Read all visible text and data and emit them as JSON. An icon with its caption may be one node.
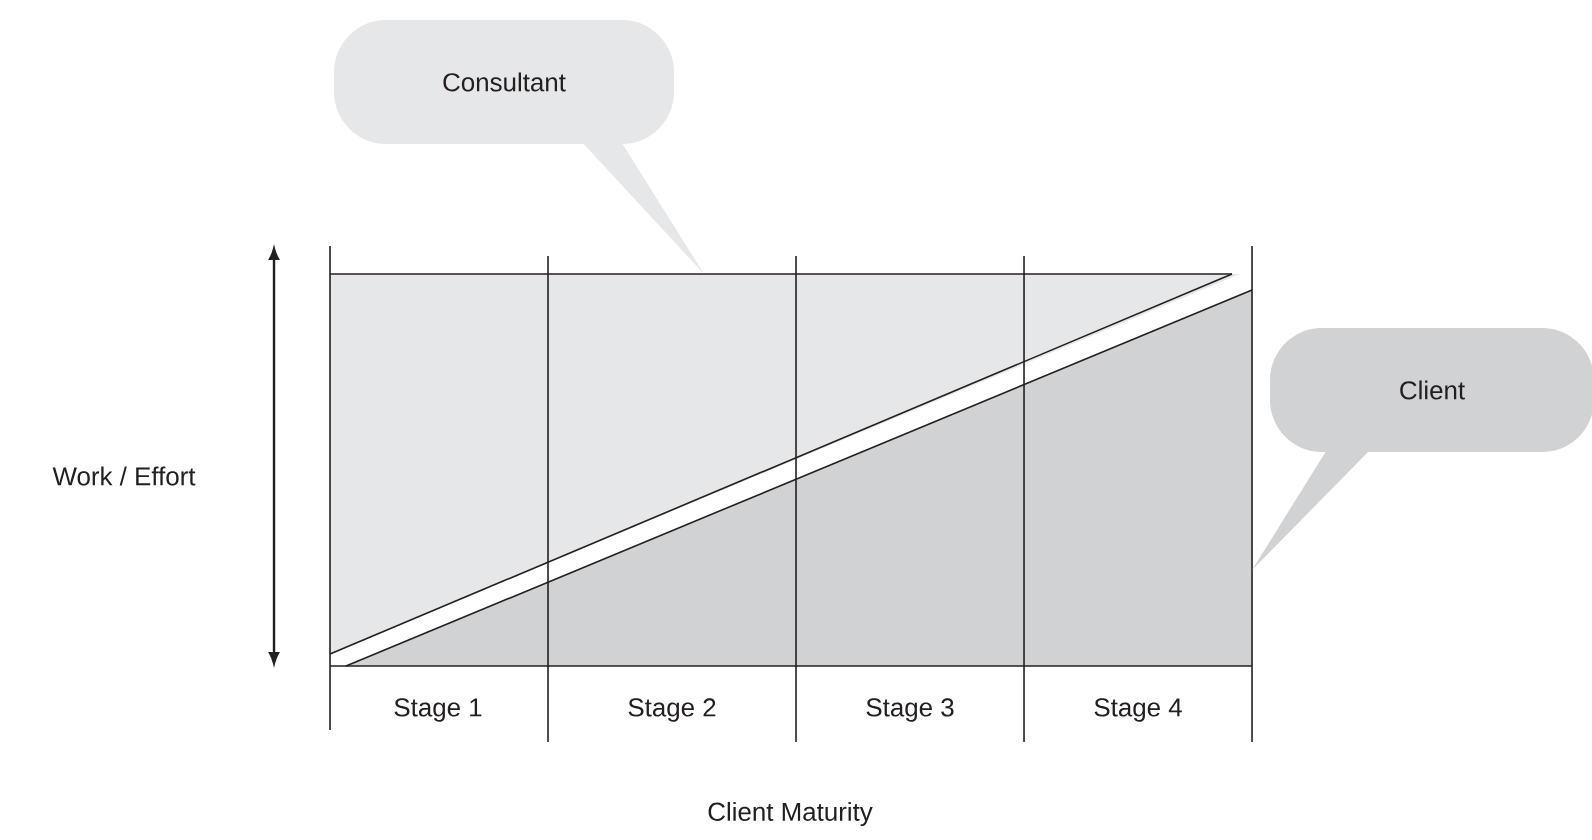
{
  "diagram": {
    "nodes": [
      {
        "text": [
          "Consultant"
        ]
      },
      {
        "text": [
          "Client"
        ]
      }
    ],
    "labels": [
      "Work / Effort",
      "Stage 1",
      "Stage 2",
      "Stage 3",
      "Stage 4",
      "Client Maturity"
    ]
  }
}
